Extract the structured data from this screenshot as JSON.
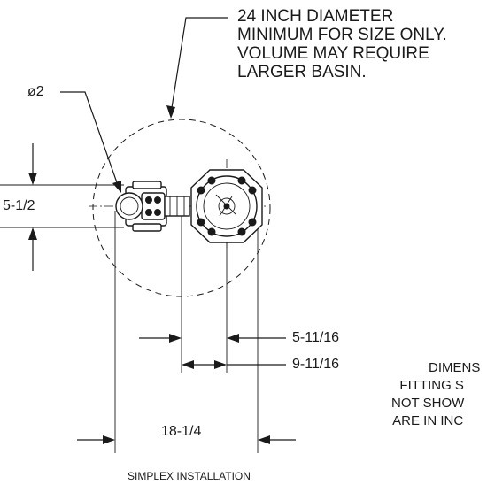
{
  "callouts": {
    "basin_note": [
      "24 INCH DIAMETER",
      "MINIMUM FOR SIZE ONLY.",
      "VOLUME MAY REQUIRE",
      "LARGER BASIN."
    ],
    "pipe_diameter": "ø2"
  },
  "dimensions": {
    "height": "5-1/2",
    "offset_a": "5-11/16",
    "offset_b": "9-11/16",
    "overall_width": "18-1/4"
  },
  "notes": {
    "general": [
      "DIMENS",
      "FITTING S",
      "NOT SHOW",
      "ARE IN INC"
    ]
  },
  "caption": "SIMPLEX INSTALLATION"
}
